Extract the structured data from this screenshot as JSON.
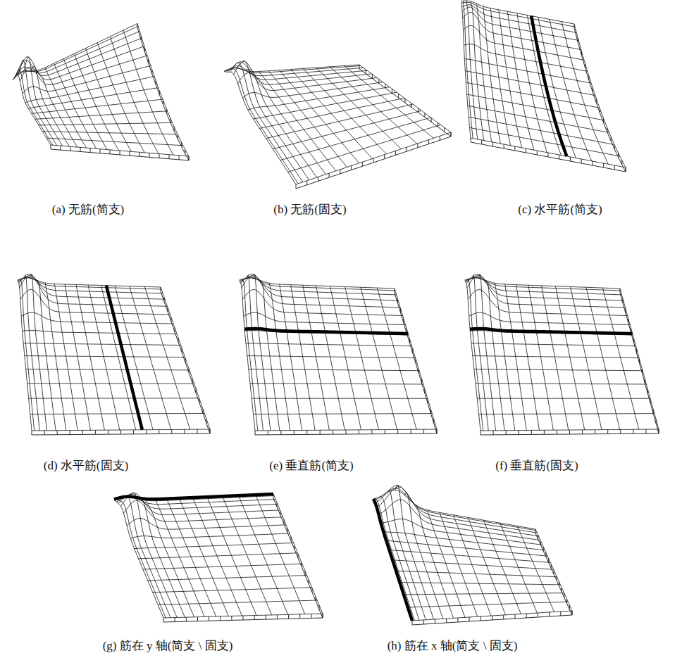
{
  "diagram": {
    "labels": [
      "(a) 无筋(简支)",
      "(b) 无筋(固支)",
      "(c) 水平筋(简支)",
      "(d) 水平筋(固支)",
      "(e) 垂直筋(简支)",
      "(f) 垂直筋(固支)",
      "(g) 筋在 y 轴(简支 \\ 固支)",
      "(h) 筋在 x 轴(简支 \\ 固支)"
    ]
  }
}
